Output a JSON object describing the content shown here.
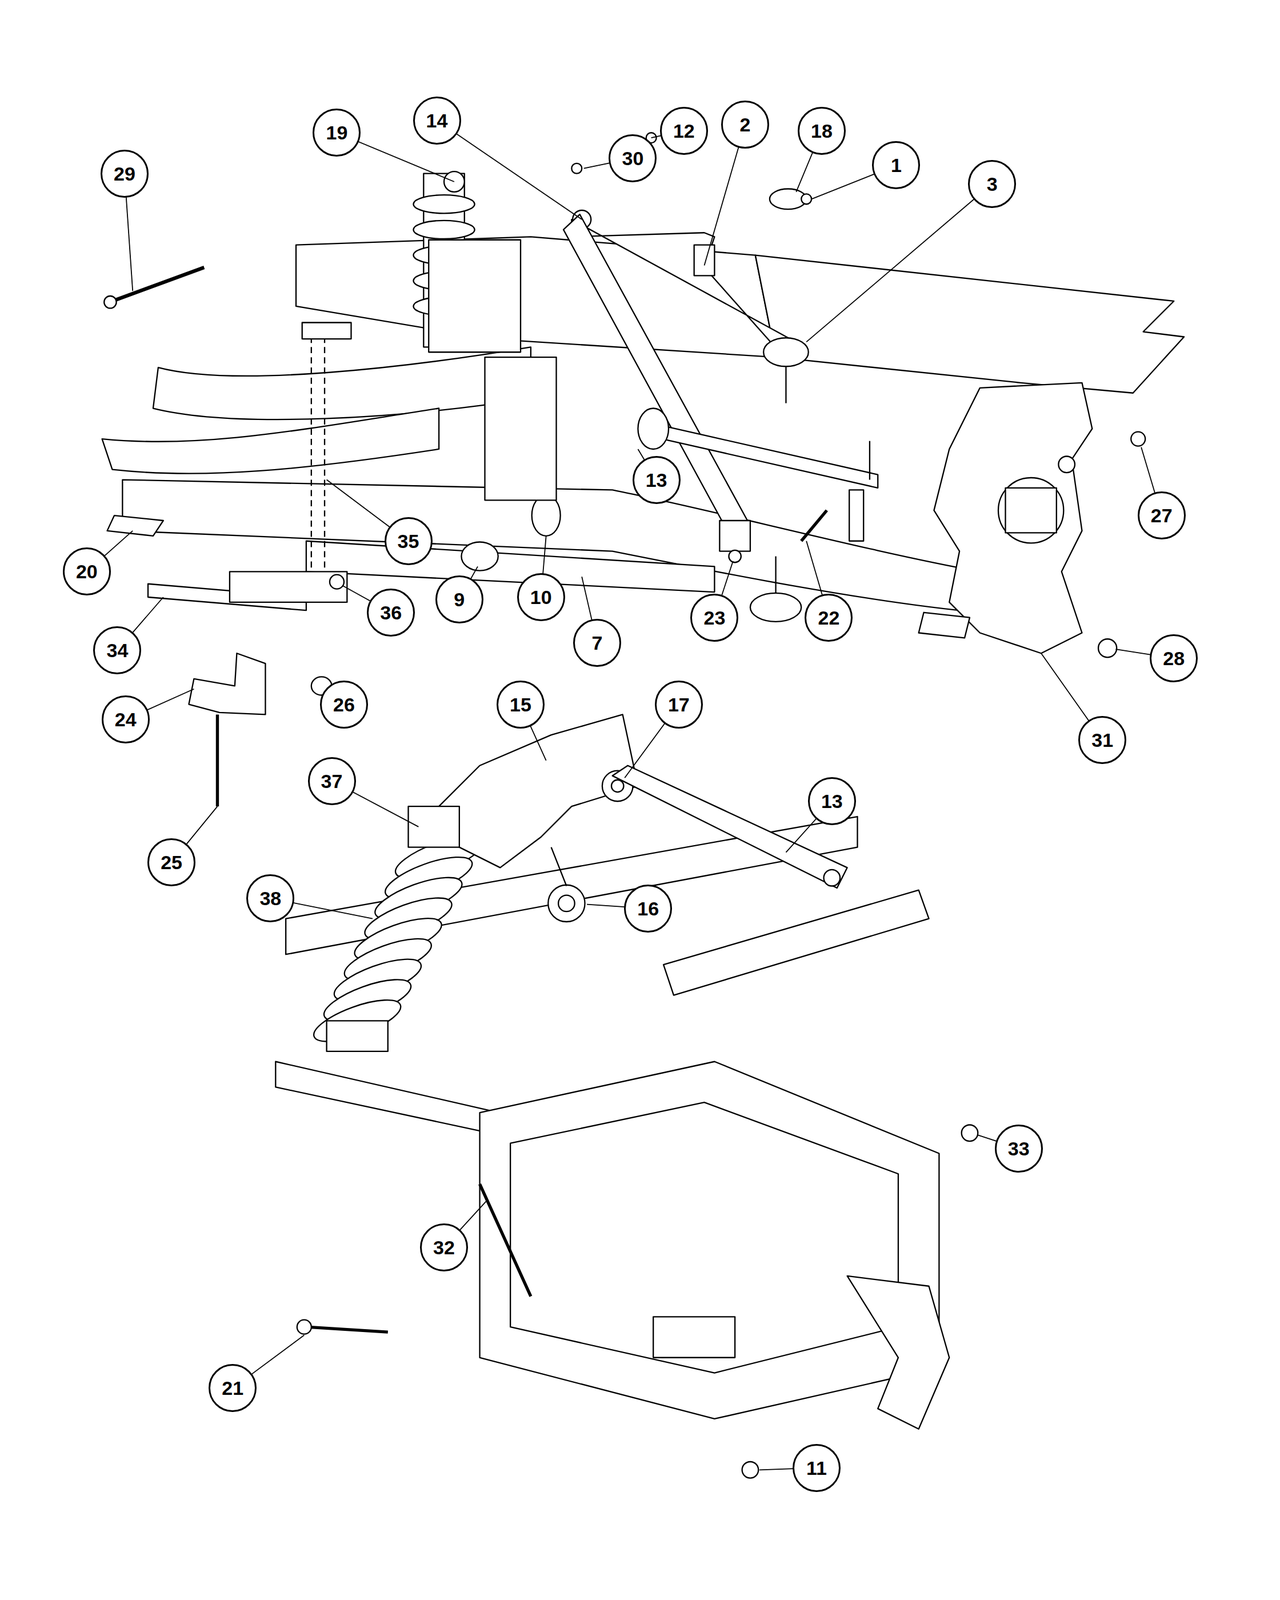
{
  "diagram": {
    "nodes": [
      {
        "text": [
          "14"
        ]
      },
      {
        "text": [
          "2"
        ]
      },
      {
        "text": [
          "12"
        ]
      },
      {
        "text": [
          "18"
        ]
      },
      {
        "text": [
          "19"
        ]
      },
      {
        "text": [
          "30"
        ]
      },
      {
        "text": [
          "1"
        ]
      },
      {
        "text": [
          "29"
        ]
      },
      {
        "text": [
          "3"
        ]
      },
      {
        "text": [
          "13"
        ]
      },
      {
        "text": [
          "27"
        ]
      },
      {
        "text": [
          "35"
        ]
      },
      {
        "text": [
          "20"
        ]
      },
      {
        "text": [
          "10"
        ]
      },
      {
        "text": [
          "9"
        ]
      },
      {
        "text": [
          "36"
        ]
      },
      {
        "text": [
          "23"
        ]
      },
      {
        "text": [
          "22"
        ]
      },
      {
        "text": [
          "7"
        ]
      },
      {
        "text": [
          "34"
        ]
      },
      {
        "text": [
          "28"
        ]
      },
      {
        "text": [
          "26"
        ]
      },
      {
        "text": [
          "15"
        ]
      },
      {
        "text": [
          "17"
        ]
      },
      {
        "text": [
          "24"
        ]
      },
      {
        "text": [
          "31"
        ]
      },
      {
        "text": [
          "37"
        ]
      },
      {
        "text": [
          "13"
        ]
      },
      {
        "text": [
          "25"
        ]
      },
      {
        "text": [
          "38"
        ]
      },
      {
        "text": [
          "16"
        ]
      },
      {
        "text": [
          "33"
        ]
      },
      {
        "text": [
          "32"
        ]
      },
      {
        "text": [
          "21"
        ]
      },
      {
        "text": [
          "11"
        ]
      }
    ]
  }
}
